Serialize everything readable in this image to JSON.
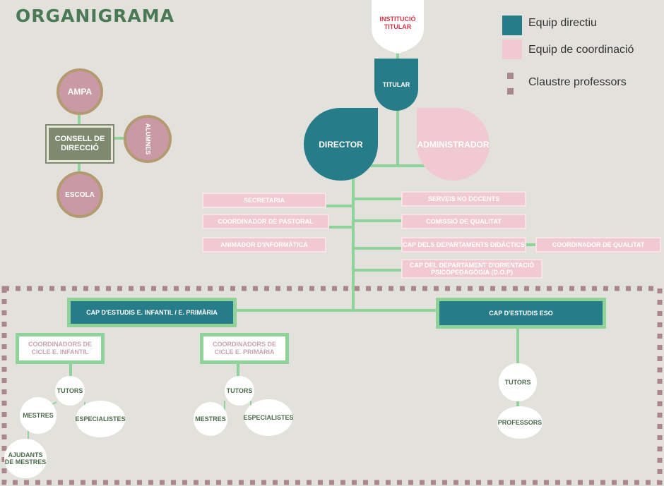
{
  "title": "ORGANIGRAMA",
  "legend": [
    {
      "label": "Equip directiu",
      "color": "#277c8a"
    },
    {
      "label": "Equip de coordinació",
      "color": "#f1c9d3"
    },
    {
      "label": "Claustre professors",
      "color": "#a9878a"
    }
  ],
  "top": {
    "institucio_titular": "INSTITUCIÓ TITULAR",
    "titular": "TITULAR",
    "director": "DIRECTOR",
    "administrador": "ADMINISTRADOR"
  },
  "left_cluster": {
    "ampa": "AMPA",
    "consell": "CONSELL DE DIRECCIÓ",
    "alumnes": "ALUMNES",
    "escola": "ESCOLA"
  },
  "left_boxes": [
    "SECRETARIA",
    "COORDINADOR DE PASTORAL",
    "ANIMADOR D'INFORMÀTICA"
  ],
  "right_boxes": [
    "SERVEIS NO DOCENTS",
    "COMISSIÓ DE QUALITAT",
    "CAP DELS DEPARTAMENTS DIDÀCTICS",
    "CAP DEL DEPARTAMENT D'ORIENTACIÓ PSICOPEDAGÒGIA (D.O.P)"
  ],
  "extra_box": "COORDINADOR DE QUALITAT",
  "caps": {
    "infantil_primaria": "CAP D'ESTUDIS E. INFANTIL / E. PRIMÀRIA",
    "eso": "CAP D'ESTUDIS ESO"
  },
  "coordinators": {
    "infantil": "COORDINADORS DE CICLE E. INFANTIL",
    "primaria": "COORDINADORS DE CICLE E. PRIMÀRIA"
  },
  "staff": {
    "tutors": "TUTORS",
    "mestres": "MESTRES",
    "especialistes": "ESPECIALISTES",
    "ajudants": "AJUDANTS DE MESTRES",
    "professors": "PROFESSORS"
  }
}
